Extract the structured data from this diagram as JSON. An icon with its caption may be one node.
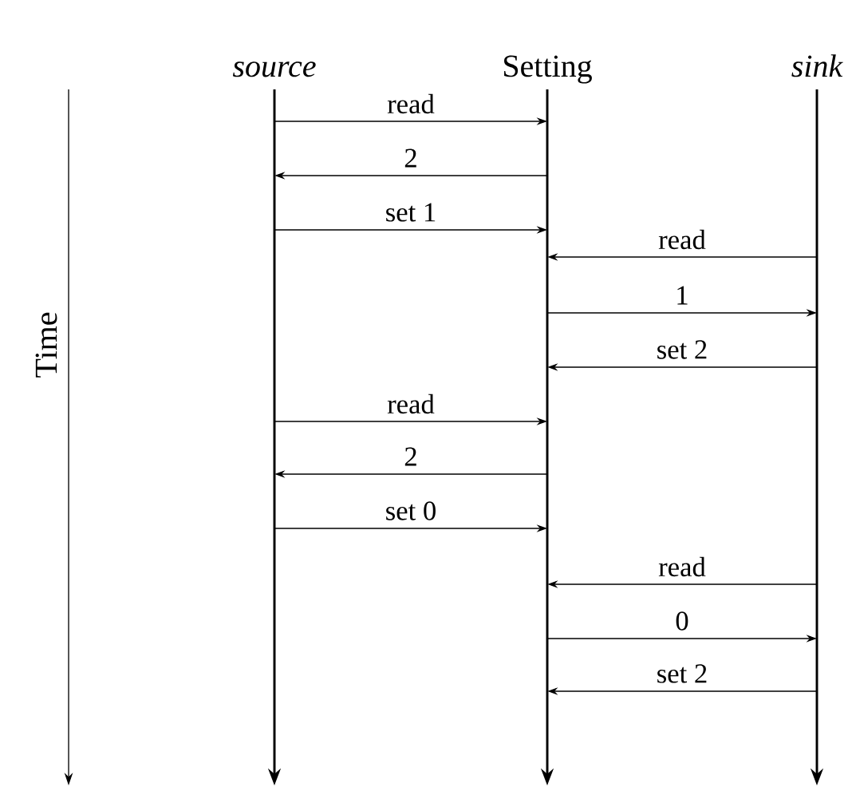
{
  "diagram": {
    "nodes": [
      {
        "text": [
          "source"
        ]
      },
      {
        "text": [
          "Setting"
        ]
      },
      {
        "text": [
          "sink"
        ]
      }
    ],
    "edges": [
      {
        "from": 0,
        "to": 1,
        "arrow": "to",
        "label": "read"
      },
      {
        "from": 1,
        "to": 0,
        "arrow": "to",
        "label": "2"
      },
      {
        "from": 0,
        "to": 1,
        "arrow": "to",
        "label": "set 1"
      },
      {
        "from": 2,
        "to": 1,
        "arrow": "to",
        "label": "read"
      },
      {
        "from": 1,
        "to": 2,
        "arrow": "to",
        "label": "1"
      },
      {
        "from": 2,
        "to": 1,
        "arrow": "to",
        "label": "set 2"
      },
      {
        "from": 0,
        "to": 1,
        "arrow": "to",
        "label": "read"
      },
      {
        "from": 1,
        "to": 0,
        "arrow": "to",
        "label": "2"
      },
      {
        "from": 0,
        "to": 1,
        "arrow": "to",
        "label": "set 0"
      },
      {
        "from": 2,
        "to": 1,
        "arrow": "to",
        "label": "read"
      },
      {
        "from": 1,
        "to": 2,
        "arrow": "to",
        "label": "0"
      },
      {
        "from": 2,
        "to": 1,
        "arrow": "to",
        "label": "set 2"
      }
    ],
    "labels": [
      "Time"
    ]
  }
}
